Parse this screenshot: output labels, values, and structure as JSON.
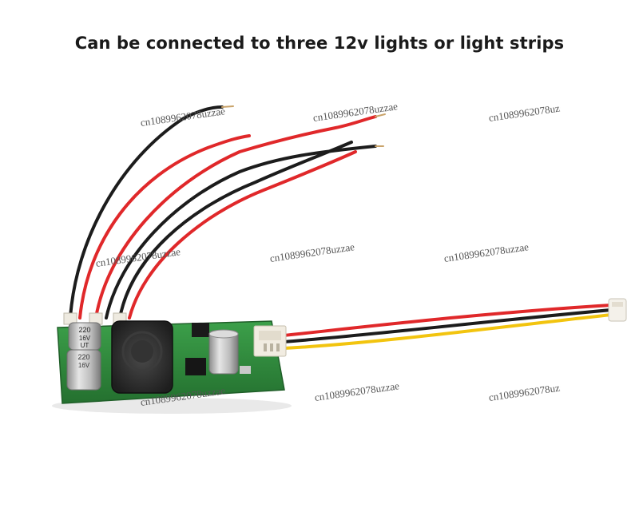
{
  "caption": "Can be connected to three 12v lights or light strips",
  "watermark": "cn1089962078uzzae",
  "capacitor_label": {
    "value": "220",
    "voltage": "16V",
    "series": "UT"
  },
  "colors": {
    "pcb": "#2f8a3b",
    "wire_red": "#e0282a",
    "wire_black": "#1c1c1c",
    "wire_yellow": "#f2c40f",
    "inductor": "#2c2c2c",
    "capacitor": "#c9c9c9",
    "connector": "#f1ece1"
  }
}
